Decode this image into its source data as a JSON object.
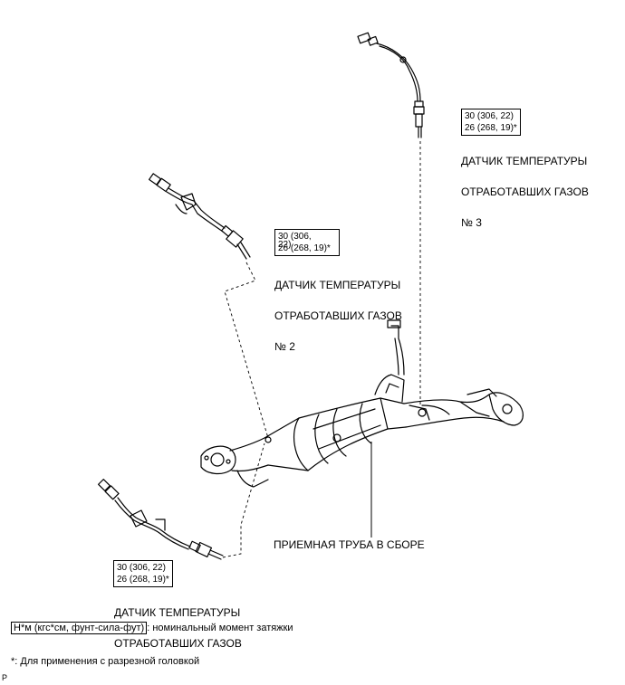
{
  "sensor3": {
    "torque_line1": "30 (306, 22)",
    "torque_line2": "26 (268, 19)*",
    "label_line1": "ДАТЧИК ТЕМПЕРАТУРЫ",
    "label_line2": "ОТРАБОТАВШИХ ГАЗОВ",
    "label_line3": "№ 3"
  },
  "sensor2": {
    "torque_line1": "30 (306,",
    "torque_line1b": "22)",
    "torque_line2": "26 (268, 19)*",
    "label_line1": "ДАТЧИК ТЕМПЕРАТУРЫ",
    "label_line2": "ОТРАБОТАВШИХ ГАЗОВ",
    "label_line3": "№ 2"
  },
  "sensor1": {
    "torque_line1": "30 (306, 22)",
    "torque_line2": "26 (268, 19)*",
    "label_line1": "ДАТЧИК ТЕМПЕРАТУРЫ",
    "label_line2": "ОТРАБОТАВШИХ ГАЗОВ"
  },
  "pipe_label": "ПРИЕМНАЯ ТРУБА В СБОРЕ",
  "legend": {
    "units_boxed": "Н*м (кгс*см, фунт-сила-фут)",
    "units_desc": ": номинальный момент затяжки",
    "footnote": "*: Для применения с разрезной головкой"
  },
  "corner_mark": "P"
}
